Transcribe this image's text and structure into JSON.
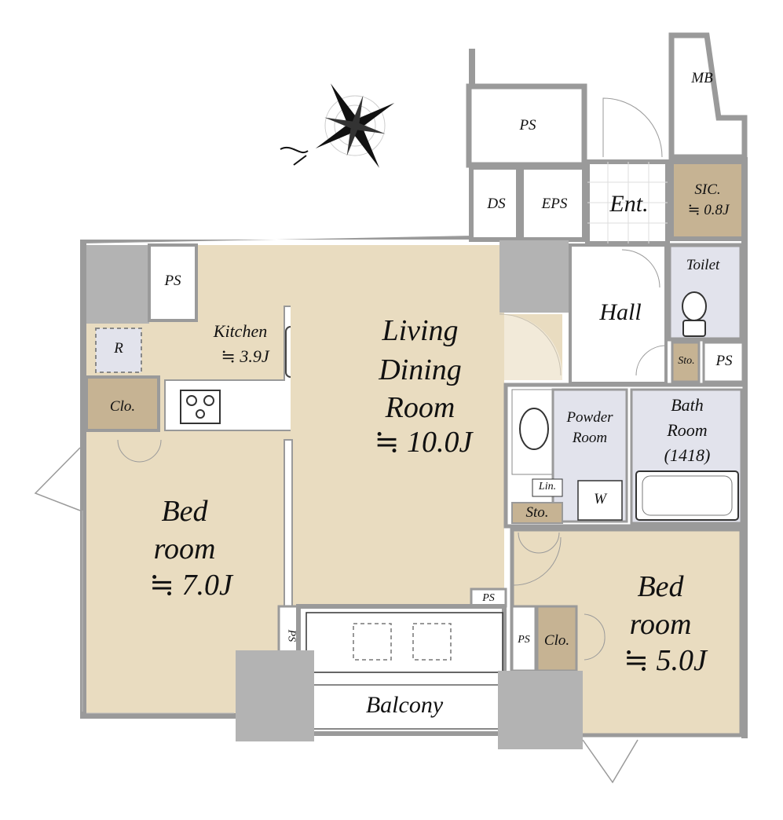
{
  "rooms": {
    "ps_top": "PS",
    "mb": "MB",
    "ds": "DS",
    "eps": "EPS",
    "ent": "Ent.",
    "sic": "SIC.",
    "sic_size": "≒ 0.8J",
    "ps_kitchen": "PS",
    "kitchen": "Kitchen",
    "kitchen_size": "≒ 3.9J",
    "fridge": "R",
    "ldr_line1": "Living",
    "ldr_line2": "Dining",
    "ldr_line3": "Room",
    "ldr_size": "≒ 10.0J",
    "hall": "Hall",
    "toilet": "Toilet",
    "sto_hall": "Sto.",
    "ps_hall": "PS",
    "clo_left": "Clo.",
    "powder_line1": "Powder",
    "powder_line2": "Room",
    "lin": "Lin.",
    "washer": "W",
    "sto_powder": "Sto.",
    "bath_line1": "Bath",
    "bath_line2": "Room",
    "bath_size": "(1418)",
    "bed1_line1": "Bed",
    "bed1_line2": "room",
    "bed1_size": "≒ 7.0J",
    "ps_mid": "PS",
    "ps_balcony": "PS",
    "ps_bed2": "PS",
    "clo_bed2": "Clo.",
    "bed2_line1": "Bed",
    "bed2_line2": "room",
    "bed2_size": "≒ 5.0J",
    "balcony": "Balcony"
  },
  "colors": {
    "room_fill": "#e9dcc0",
    "wet_fill": "#e2e3ec",
    "storage_fill": "#c6b393",
    "pillar": "#b3b3b3",
    "wall": "#9a9a9a"
  },
  "icons": [
    "compass-rose-icon",
    "stove-icon",
    "sink-icon",
    "toilet-icon",
    "washbasin-icon",
    "bathtub-icon"
  ]
}
